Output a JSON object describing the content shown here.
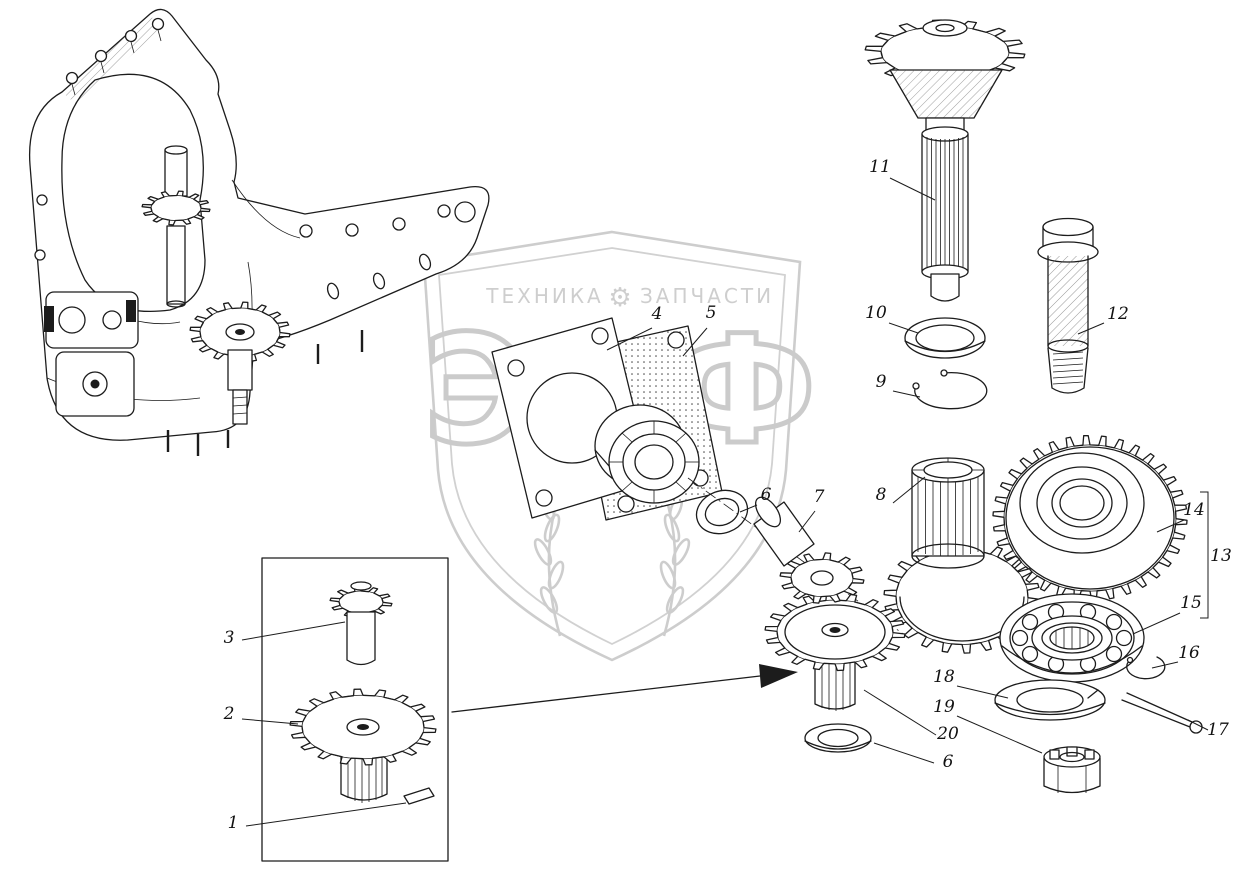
{
  "figure": {
    "kind": "exploded-parts-diagram",
    "background_color": "#ffffff",
    "ink_color": "#1c1c1c"
  },
  "watermark": {
    "brand_left": "ТЕХНИКА",
    "brand_right": "ЗАПЧАСТИ",
    "gear_glyph": "⚙",
    "big_letter_left": "Э",
    "big_letter_right": "Ф",
    "color": "#c5c5c5"
  },
  "callouts": [
    "11",
    "10",
    "9",
    "12",
    "4",
    "5",
    "6",
    "7",
    "8",
    "14",
    "13",
    "15",
    "16",
    "17",
    "18",
    "19",
    "20",
    "6",
    "3",
    "2",
    "1"
  ]
}
